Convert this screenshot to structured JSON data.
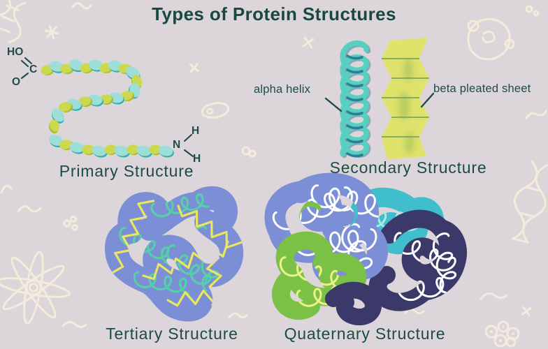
{
  "title": "Types of Protein Structures",
  "sections": {
    "primary": {
      "label": "Primary Structure",
      "carboxyl_ho": "HO",
      "carboxyl_c": "C",
      "carboxyl_o": "O",
      "amine_n": "N",
      "amine_h_top": "H",
      "amine_h_bottom": "H"
    },
    "secondary": {
      "label": "Secondary Structure",
      "alpha_label": "alpha helix",
      "beta_label": "beta pleated sheet"
    },
    "tertiary": {
      "label": "Tertiary Structure"
    },
    "quaternary": {
      "label": "Quaternary Structure"
    }
  },
  "doodles": [
    "dna-double-helix",
    "asterisk-star",
    "wavy-squiggle",
    "x-mark",
    "cell-with-nucleus",
    "eye-shaped-cell",
    "atom-flower",
    "dna-strand",
    "cell-cluster",
    "small-circles"
  ],
  "colors": {
    "background": "#dcd6db",
    "heading_text": "#1a4742",
    "label_text": "#1d4b46",
    "bead_teal": "#9ededa",
    "bead_teal_shadow": "#2fb0b4",
    "bead_green": "#ccd94e",
    "bead_green_shadow": "#aabd2e",
    "helix_light": "#58d0bf",
    "helix_dark": "#2a7e96",
    "sheet_fill": "#dfe26b",
    "sheet_fold": "#68a05b",
    "sheet_tex": "#8fb353",
    "blob_periwinkle": "#7b8ed6",
    "blob_cyan": "#41becb",
    "blob_navy": "#3b3969",
    "blob_green": "#7bc145",
    "squiggle_teal": "#56cfa8",
    "squiggle_yellow": "#eae65e",
    "squiggle_white": "#ffffff",
    "squiggle_cyan": "#a5ece4",
    "squiggle_lime": "#eef08c",
    "doodle_cream": "#f6eedb"
  }
}
